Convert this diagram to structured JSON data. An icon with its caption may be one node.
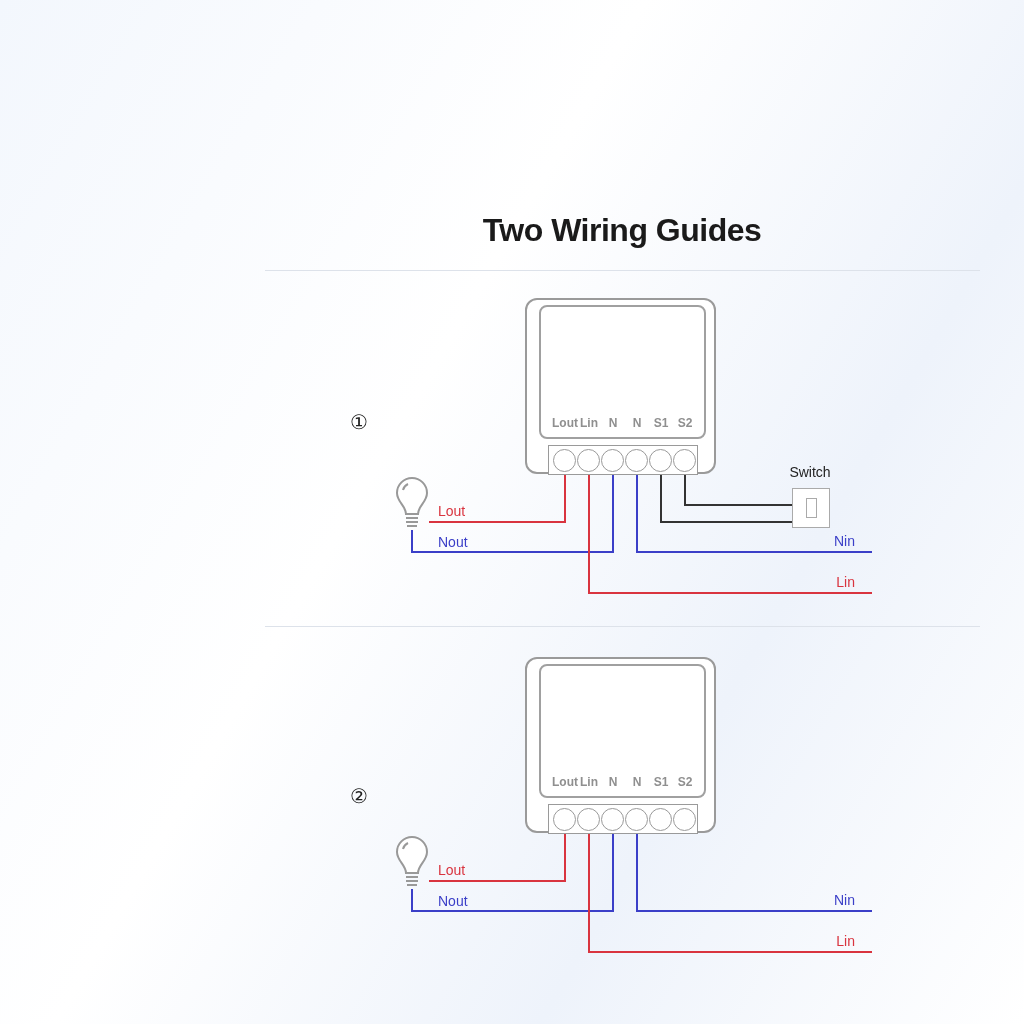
{
  "diagram": {
    "title": "Two Wiring Guides",
    "nodes": [
      {
        "text": [],
        "shape": "box"
      },
      {
        "text": [
          "Lout"
        ],
        "in": 0
      },
      {
        "text": [
          "Lin"
        ],
        "in": 0
      },
      {
        "text": [
          "N"
        ],
        "in": 0
      },
      {
        "text": [
          "N"
        ],
        "in": 0
      },
      {
        "text": [
          "S1"
        ],
        "in": 0
      },
      {
        "text": [
          "S2"
        ],
        "in": 0
      },
      {
        "text": [],
        "shape": "picture"
      },
      {
        "text": [
          "Switch"
        ]
      },
      {
        "text": [],
        "shape": "box"
      },
      {
        "text": [
          "Lout"
        ],
        "in": 9
      },
      {
        "text": [
          "Lin"
        ],
        "in": 9
      },
      {
        "text": [
          "N"
        ],
        "in": 9
      },
      {
        "text": [
          "N"
        ],
        "in": 9
      },
      {
        "text": [
          "S1"
        ],
        "in": 9
      },
      {
        "text": [
          "S2"
        ],
        "in": 9
      },
      {
        "text": [],
        "shape": "picture"
      }
    ],
    "edges": [
      {
        "from": 1,
        "to": 7,
        "arrow": "none",
        "label": "Lout",
        "color": "#d9343f"
      },
      {
        "from": 3,
        "to": 7,
        "arrow": "none",
        "label": "Nout",
        "color": "#3b3fc8"
      },
      {
        "from": 4,
        "to": null,
        "arrow": "none",
        "label": "Nin",
        "color": "#3b3fc8"
      },
      {
        "from": 2,
        "to": null,
        "arrow": "none",
        "label": "Lin",
        "color": "#d9343f"
      },
      {
        "from": 6,
        "to": 8,
        "arrow": "none",
        "color": "#333333"
      },
      {
        "from": 5,
        "to": 8,
        "arrow": "none",
        "color": "#333333"
      },
      {
        "from": 10,
        "to": 16,
        "arrow": "none",
        "label": "Lout",
        "color": "#d9343f"
      },
      {
        "from": 12,
        "to": 16,
        "arrow": "none",
        "label": "Nout",
        "color": "#3b3fc8"
      },
      {
        "from": 13,
        "to": null,
        "arrow": "none",
        "label": "Nin",
        "color": "#3b3fc8"
      },
      {
        "from": 11,
        "to": null,
        "arrow": "none",
        "label": "Lin",
        "color": "#d9343f"
      }
    ],
    "labels": [
      "①",
      "②"
    ]
  }
}
